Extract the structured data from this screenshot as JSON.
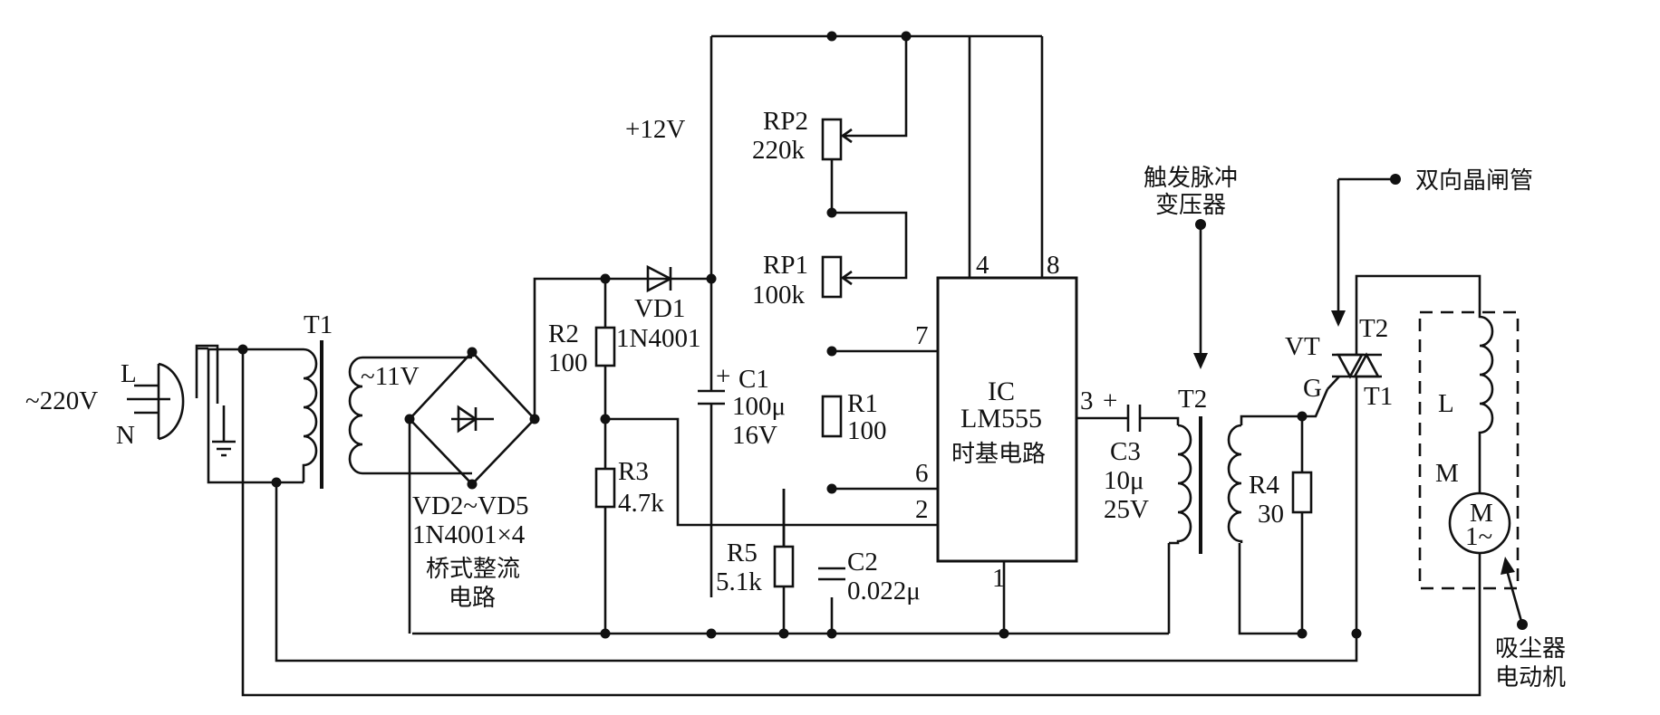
{
  "mains": {
    "voltage": "~220V",
    "L": "L",
    "N": "N"
  },
  "transformer_t1": {
    "ref": "T1",
    "secondary": "~11V"
  },
  "bridge": {
    "ref": "VD2~VD5",
    "part": "1N4001×4",
    "desc_line1": "桥式整流",
    "desc_line2": "电路"
  },
  "supply": {
    "label": "+12V"
  },
  "vd1": {
    "ref": "VD1",
    "part": "1N4001"
  },
  "r2": {
    "ref": "R2",
    "value": "100"
  },
  "r3": {
    "ref": "R3",
    "value": "4.7k"
  },
  "r5": {
    "ref": "R5",
    "value": "5.1k"
  },
  "c1": {
    "ref": "C1",
    "value": "100μ",
    "rating": "16V",
    "polarity": "+"
  },
  "rp2": {
    "ref": "RP2",
    "value": "220k"
  },
  "rp1": {
    "ref": "RP1",
    "value": "100k"
  },
  "r1": {
    "ref": "R1",
    "value": "100"
  },
  "c2": {
    "ref": "C2",
    "value": "0.022μ"
  },
  "ic": {
    "ref": "IC",
    "part": "LM555",
    "desc": "时基电路",
    "pins": {
      "p4": "4",
      "p8": "8",
      "p7": "7",
      "p6": "6",
      "p2": "2",
      "p1": "1",
      "p3": "3"
    }
  },
  "c3": {
    "ref": "C3",
    "value": "10μ",
    "rating": "25V",
    "polarity": "+"
  },
  "t2": {
    "ref": "T2",
    "callout_line1": "触发脉冲",
    "callout_line2": "变压器"
  },
  "r4": {
    "ref": "R4",
    "value": "30"
  },
  "triac": {
    "ref": "VT",
    "t2": "T2",
    "g": "G",
    "t1": "T1",
    "callout": "双向晶闸管"
  },
  "motor": {
    "coil": "L",
    "ref": "M",
    "symbol": "M",
    "ac": "1~",
    "callout_line1": "吸尘器",
    "callout_line2": "电动机"
  }
}
